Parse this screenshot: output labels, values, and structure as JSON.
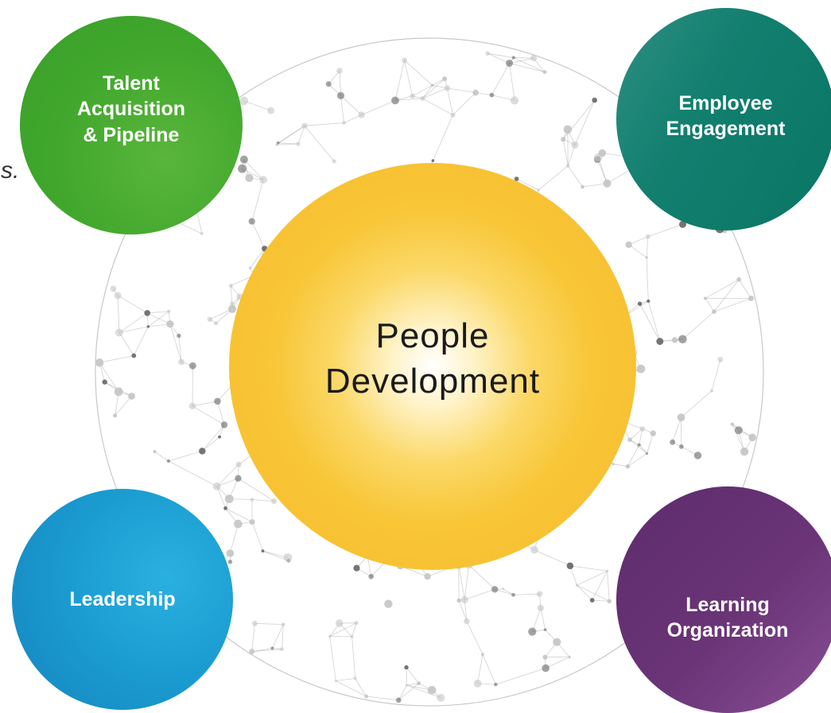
{
  "stray_text": "s.",
  "center": {
    "label": "People\nDevelopment",
    "color": "#f8c637"
  },
  "pillars": {
    "talent": {
      "label": "Talent\nAcquisition\n& Pipeline",
      "color": "#40a72c"
    },
    "engagement": {
      "label": "Employee\nEngagement",
      "color": "#0b7a6a"
    },
    "leadership": {
      "label": "Leadership",
      "color": "#1a9bd0"
    },
    "learning": {
      "label": "Learning\nOrganization",
      "color": "#6a3476"
    }
  },
  "background": {
    "graphic": "network-globe",
    "color": "#9a9a9a"
  }
}
